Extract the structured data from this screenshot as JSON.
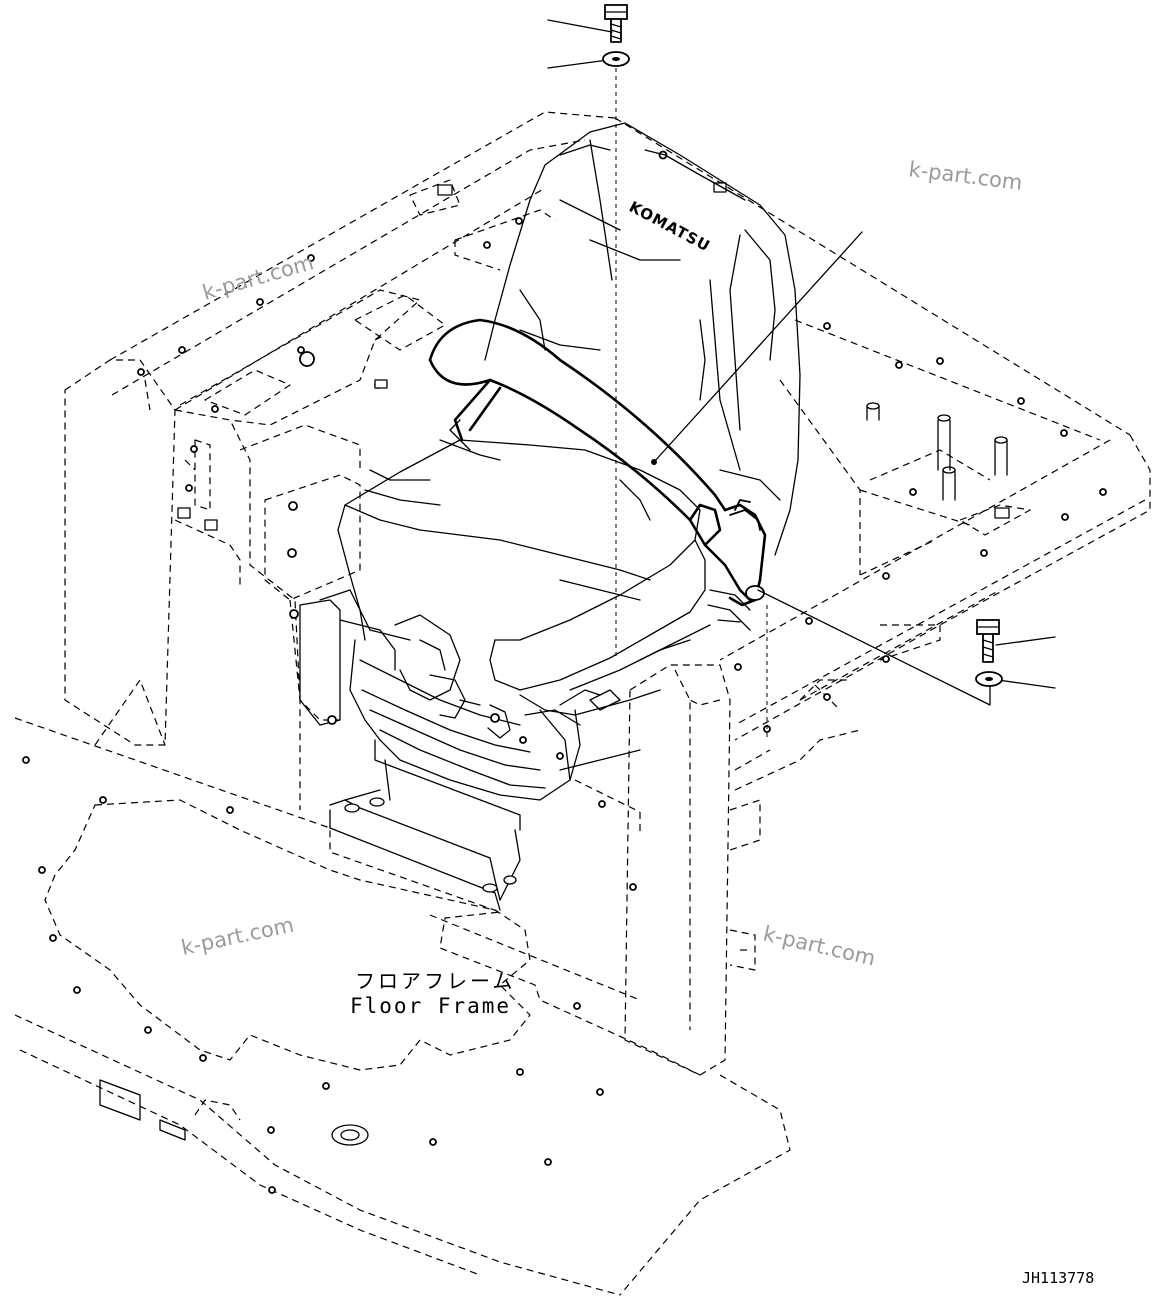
{
  "diagram": {
    "brand_mark": "KOMATSU",
    "label_jp": "フロアフレーム",
    "label_en": "Floor Frame",
    "drawing_number": "JH113778",
    "watermark": "k-part.com"
  }
}
